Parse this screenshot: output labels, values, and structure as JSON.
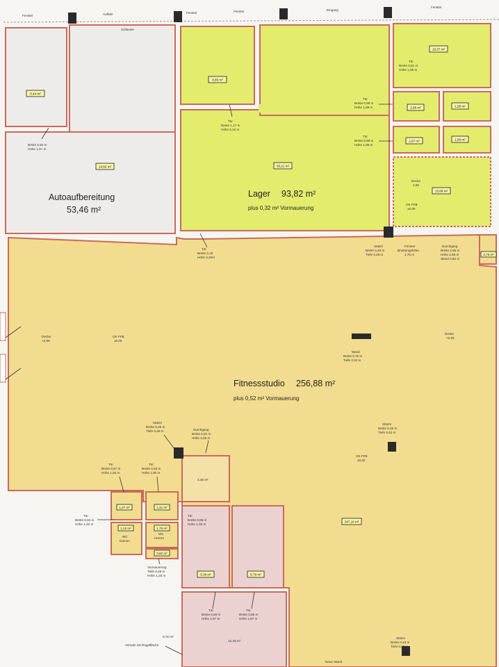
{
  "rooms": {
    "autoaufbereitung": {
      "name": "Autoaufbereitung",
      "area": "53,46 m²"
    },
    "lager": {
      "name": "Lager",
      "area": "93,82 m²",
      "note": "plus 0,32 m² Vormauerung"
    },
    "fitness": {
      "name": "Fitnessstudio",
      "area": "256,88 m²",
      "note": "plus 0,52 m² Vormauerung"
    }
  },
  "top_labels": [
    "Fenster",
    "Auffahr",
    "Fenster",
    "Fenster",
    "Eingang",
    "Fenster"
  ],
  "area_tags": {
    "auto_small": "8,44 m²",
    "auto_main": "14,82 m²",
    "lager_top": "8,85 m²",
    "lager_main": "35,21 m²",
    "right_top": "16,37 m²",
    "r1": "2,95 m²",
    "r2": "1,95 m²",
    "r3": "2,57 m²",
    "r4": "1,80 m²",
    "right_mid": "15,88 m²",
    "right_edge": "3,76 m²",
    "wc1": "1,27 m²",
    "wc2": "1,31 m²",
    "wc3": "1,22 m²",
    "wc4": "1,70 m²",
    "wc5": "0,82 m²",
    "gang": "3,46 m²",
    "pink1": "5,39 m²",
    "pink2": "5,79 m²",
    "fit_main": "347,10 m²",
    "bottom": "12,49 m²",
    "vorraum": "0,70 m²"
  },
  "small_labels": {
    "schleuse": "Schleuse",
    "tuer_lager": [
      "Tür",
      "Breite 1,17 m",
      "Höhe 2,10 m"
    ],
    "tuer_auto": [
      "Tür",
      "Breite 0,92 m",
      "Höhe 1,9+ m"
    ],
    "tuer_r1": [
      "Tür",
      "Breite 0,81 m",
      "Höhe 1,95 m"
    ],
    "tuer_r2": [
      "Tür",
      "Breite 0,88 m",
      "Höhe 1,89 m"
    ],
    "tuer_r3": [
      "Tür",
      "Breite 0,88 m",
      "Höhe 1,89 m"
    ],
    "decke_r": [
      "Decke",
      "2,95"
    ],
    "okffb_r": [
      "OK FFB",
      "±0,00"
    ],
    "tuer_fit": [
      "Tür",
      "Breite 2,15",
      "Höhe 3,20m"
    ],
    "stuetze_top": [
      "Stütze",
      "Breite 0,45 m",
      "Tiefe 0,45 m"
    ],
    "fenster_brh": [
      "Fenster",
      "Brüstungshöhe",
      "1,75 m"
    ],
    "durchgang_top": [
      "Durchgang",
      "Breite 2,65 m",
      "Höhe 2,85 m",
      "Wand 0,55 m"
    ],
    "decke_left": [
      "Decke",
      "<2,95"
    ],
    "okffb_center": [
      "OK FFB",
      "±0,00"
    ],
    "decke_right": [
      "Decke",
      "<2,95"
    ],
    "wand_center": [
      "Wand",
      "Breite 0,75 m",
      "Tiefe 0,32 m"
    ],
    "stuetze_mid": [
      "Stütze",
      "Breite 0,45 m",
      "Tiefe 0,45 m"
    ],
    "durchgang_mid": [
      "Durchgang",
      "Breite 0,81 m",
      "Höhe 2,05 m"
    ],
    "stuetze_right": [
      "Stütze",
      "Breite 0,45 m",
      "Tiefe 0,42 m"
    ],
    "okffb_right": [
      "OK FFB",
      "±0,00"
    ],
    "tuer_wc1": [
      "Tür",
      "Breite 0,67 m",
      "Höhe 1,94 m"
    ],
    "tuer_wc2": [
      "Tür",
      "Breite 0,63 m",
      "Höhe 1,90 m"
    ],
    "tuer_wc3": [
      "Tür",
      "Breite 0,84 m",
      "Höhe 1,92 m"
    ],
    "tuer_pink": [
      "Tür",
      "Breite 0,85 m",
      "Höhe 1,93 m"
    ],
    "wc_damen": [
      "WC",
      "Damen"
    ],
    "wc_herren": [
      "WC",
      "Herren"
    ],
    "vormauerung": [
      "Vormauerung",
      "Tiefe 0,45 m",
      "Höhe 1,25 m"
    ],
    "tuer_b1": [
      "Tür",
      "Breite 0,83 m",
      "Höhe 1,97 m"
    ],
    "tuer_b2": [
      "Tür",
      "Breite 0,85 m",
      "Höhe 1,97 m"
    ],
    "vorsatz": "Vorsatz mit Regalfläche",
    "stuetze_bottom": [
      "Stütze",
      "Breite 0,43 m",
      "Tiefe 0,43 m"
    ],
    "neue_wand": "Neue Wand"
  },
  "colors": {
    "grey_room": "#eeeceb",
    "yellow_room": "#e4ec6e",
    "orange_room": "#f2dc8f",
    "pink_room": "#ecd1d1",
    "wall": "#c96a5a"
  }
}
